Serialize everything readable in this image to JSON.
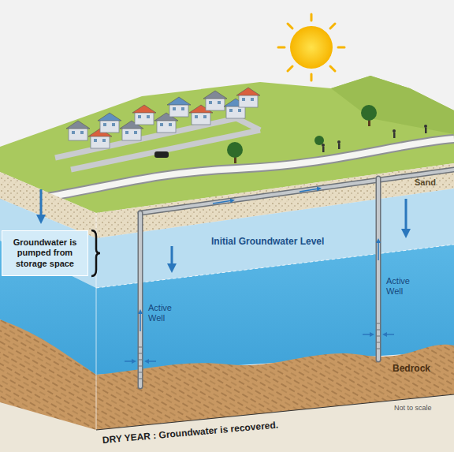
{
  "diagram": {
    "caption": "DRY YEAR : Groundwater is recovered.",
    "nodes": [
      {
        "text": [
          "Groundwater is pumped from storage space"
        ]
      }
    ],
    "labels": [
      "Sand",
      "Initial Groundwater Level",
      "Active Well",
      "Active Well",
      "Bedrock",
      "Not to scale"
    ]
  }
}
